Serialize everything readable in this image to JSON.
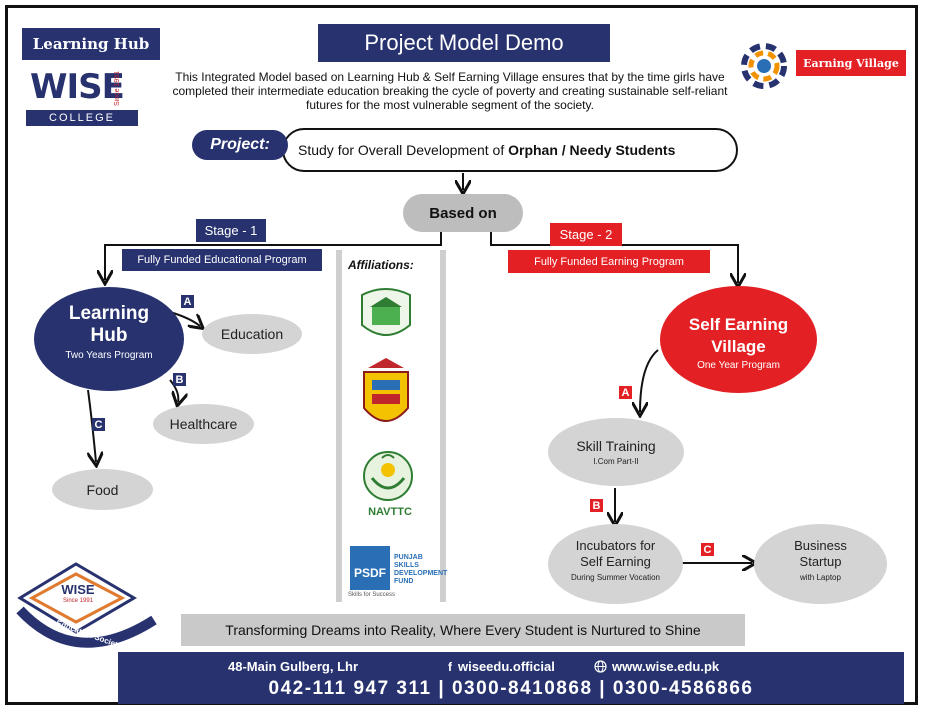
{
  "header": {
    "learning_hub_badge": "Learning Hub",
    "wise_logo_text": "WISE",
    "wise_since": "Since 1991",
    "wise_college": "COLLEGE",
    "title": "Project Model Demo",
    "intro": "This Integrated Model based on Learning Hub & Self Earning Village ensures that by the time girls have completed their intermediate education breaking the cycle of poverty and creating sustainable self-reliant futures for the most vulnerable segment of the society.",
    "earning_village_badge": "Earning Village"
  },
  "project": {
    "label": "Project:",
    "text_prefix": "Study for Overall Development of",
    "text_bold": "Orphan / Needy Students"
  },
  "based_on": "Based on",
  "stage1": {
    "label": "Stage - 1",
    "program": "Fully Funded Educational Program",
    "hub_title_1": "Learning",
    "hub_title_2": "Hub",
    "hub_sub": "Two Years Program",
    "items": [
      {
        "tag": "A",
        "label": "Education"
      },
      {
        "tag": "B",
        "label": "Healthcare"
      },
      {
        "tag": "C",
        "label": "Food"
      }
    ]
  },
  "affiliations": {
    "title": "Affiliations:",
    "navttc": "NAVTTC",
    "psdf_abbr": "PSDF",
    "psdf_name_1": "PUNJAB",
    "psdf_name_2": "SKILLS",
    "psdf_name_3": "DEVELOPMENT",
    "psdf_name_4": "FUND",
    "psdf_tagline": "Skills for Success"
  },
  "stage2": {
    "label": "Stage - 2",
    "program": "Fully Funded Earning Program",
    "village_title_1": "Self Earning",
    "village_title_2": "Village",
    "village_sub": "One Year Program",
    "tag_a": "A",
    "tag_b": "B",
    "tag_c": "C",
    "skill_title": "Skill Training",
    "skill_sub": "I.Com Part-II",
    "incubator_title_1": "Incubators for",
    "incubator_title_2": "Self Earning",
    "incubator_sub": "During Summer Vocation",
    "startup_title_1": "Business",
    "startup_title_2": "Startup",
    "startup_sub": "with Laptop"
  },
  "society_logo": {
    "wise": "WISE",
    "since": "Since 1991",
    "arc_text": "Education Society"
  },
  "tagline": "Transforming Dreams into Reality, Where Every Student is Nurtured to Shine",
  "footer": {
    "address": "48-Main Gulberg, Lhr",
    "facebook_icon_glyph": "f",
    "facebook": "wiseedu.official",
    "website": "www.wise.edu.pk",
    "phones": "042-111 947 311 | 0300-8410868 | 0300-4586866"
  },
  "colors": {
    "navy": "#27326f",
    "red": "#e32024",
    "grey_ellipse": "#d4d4d4",
    "tagline_bg": "#c9c9c9"
  }
}
